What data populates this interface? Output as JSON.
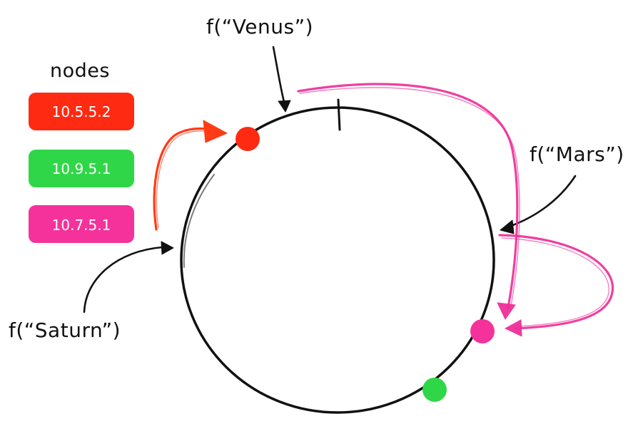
{
  "legend": {
    "title": "nodes",
    "nodes": [
      {
        "label": "10.5.5.2",
        "color": "#ff2a12"
      },
      {
        "label": "10.9.5.1",
        "color": "#2fd748"
      },
      {
        "label": "10.7.5.1",
        "color": "#f5329b"
      }
    ]
  },
  "keys": {
    "venus": "f(“Venus”)",
    "mars": "f(“Mars”)",
    "saturn": "f(“Saturn”)"
  },
  "colors": {
    "red": "#ff2a12",
    "green": "#2fd748",
    "pink": "#f5329b",
    "ink": "#111111"
  }
}
